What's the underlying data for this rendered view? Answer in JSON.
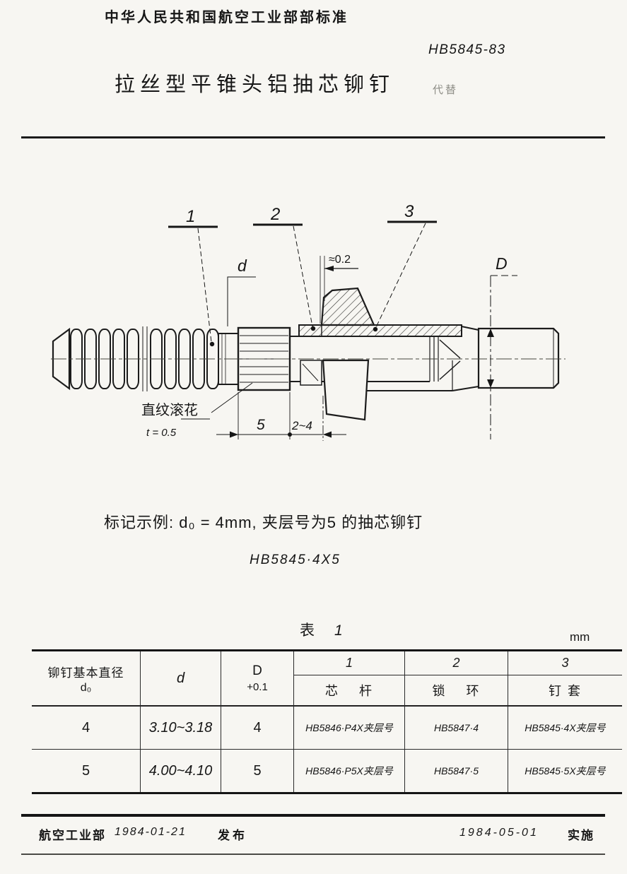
{
  "header": {
    "ministry_standard": "中华人民共和国航空工业部部标准",
    "standard_no": "HB5845-83",
    "title": "拉丝型平锥头铝抽芯铆钉",
    "supersedes": "代替"
  },
  "drawing": {
    "callout_1": "1",
    "callout_2": "2",
    "callout_3": "3",
    "dim_d": "d",
    "dim_D": "D",
    "dim_protrusion": "≈0.2",
    "knurl_note": "直纹滚花",
    "knurl_pitch": "t = 0.5",
    "dim_knurl_length": "5",
    "dim_grip": "2~4"
  },
  "marking_example": {
    "line1": "标记示例: d₀ = 4mm, 夹层号为5 的抽芯铆钉",
    "designation": "HB5845·4X5"
  },
  "table": {
    "caption_label": "表",
    "caption_no": "1",
    "unit": "mm",
    "headers": {
      "c1_line1": "铆钉基本直径",
      "c1_line2": "d₀",
      "c2": "d",
      "c3_line1": "D",
      "c3_line2": "+0.1",
      "g1_num": "1",
      "g1_name": "芯    杆",
      "g2_num": "2",
      "g2_name": "锁    环",
      "g3_num": "3",
      "g3_name": "钉 套"
    },
    "rows": [
      {
        "d0": "4",
        "d": "3.10~3.18",
        "D": "4",
        "core": "HB5846·P4X夹层号",
        "lock": "HB5847·4",
        "sleeve": "HB5845·4X夹层号"
      },
      {
        "d0": "5",
        "d": "4.00~4.10",
        "D": "5",
        "core": "HB5846·P5X夹层号",
        "lock": "HB5847·5",
        "sleeve": "HB5845·5X夹层号"
      }
    ]
  },
  "footer": {
    "issuer": "航空工业部",
    "release_date": "1984-01-21",
    "release_label": "发布",
    "implement_date": "1984-05-01",
    "implement_label": "实施"
  }
}
